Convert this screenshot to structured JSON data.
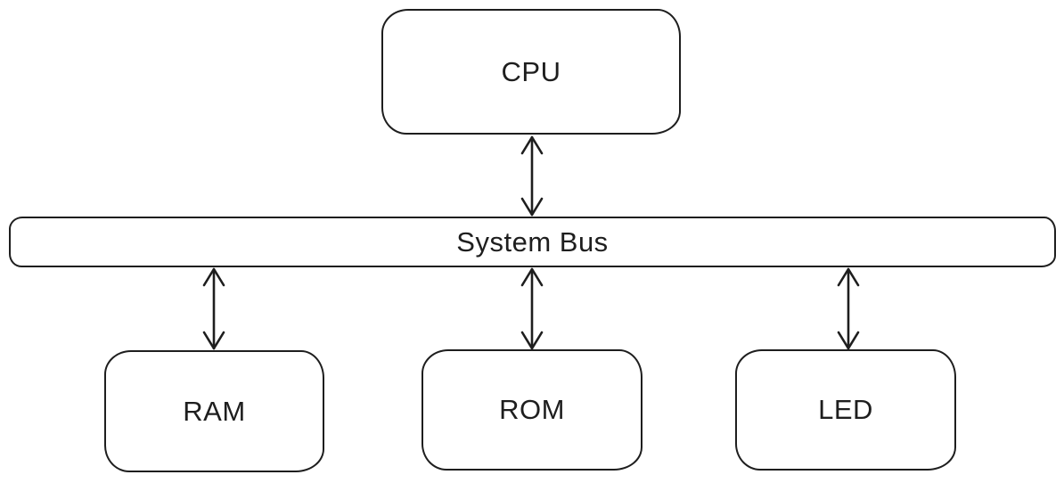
{
  "diagram": {
    "type": "block-diagram",
    "style": "hand-drawn-sketch",
    "stroke_color": "#1e1e1e",
    "fill_color": "#ffffff",
    "nodes": [
      {
        "id": "cpu",
        "label": "CPU"
      },
      {
        "id": "system-bus",
        "label": "System Bus"
      },
      {
        "id": "ram",
        "label": "RAM"
      },
      {
        "id": "rom",
        "label": "ROM"
      },
      {
        "id": "led",
        "label": "LED"
      }
    ],
    "edges": [
      {
        "from": "CPU",
        "to": "System Bus",
        "direction": "bidirectional"
      },
      {
        "from": "System Bus",
        "to": "RAM",
        "direction": "bidirectional"
      },
      {
        "from": "System Bus",
        "to": "ROM",
        "direction": "bidirectional"
      },
      {
        "from": "System Bus",
        "to": "LED",
        "direction": "bidirectional"
      }
    ]
  }
}
